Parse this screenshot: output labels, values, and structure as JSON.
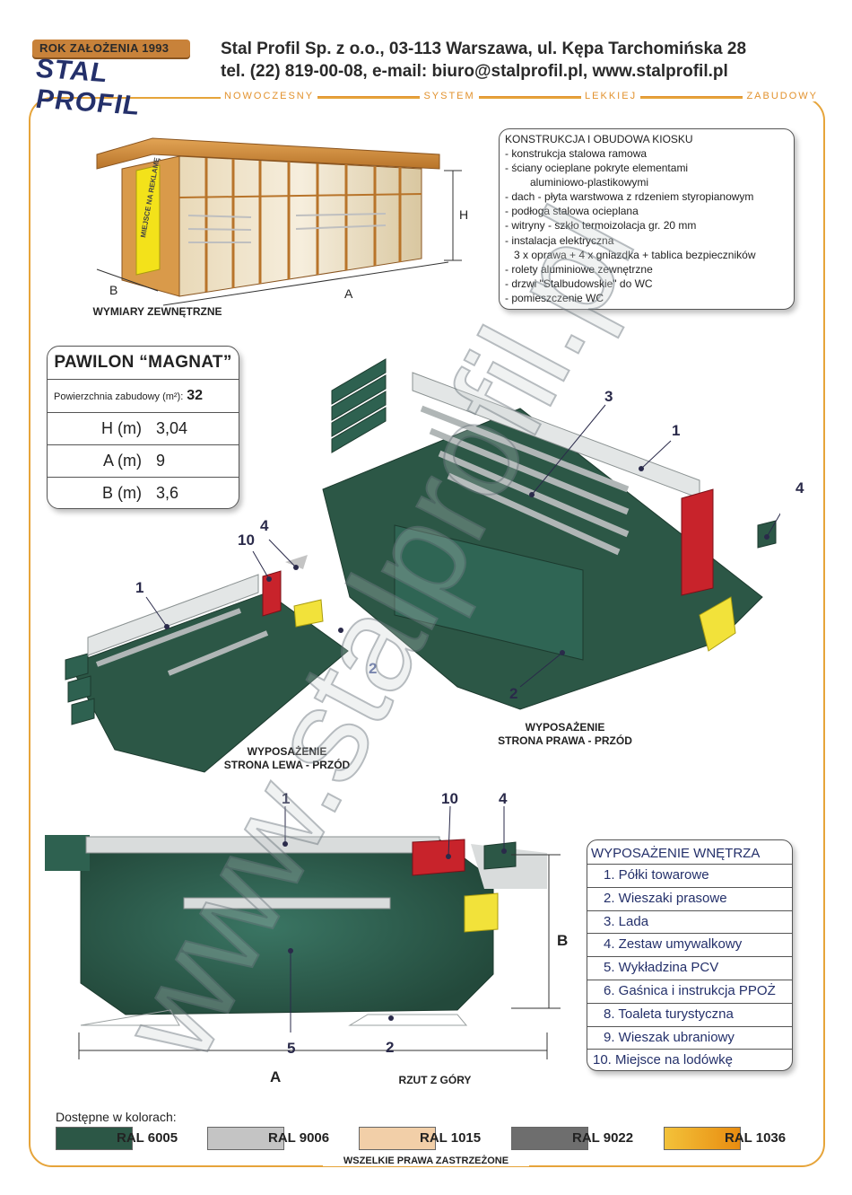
{
  "logo": {
    "year": "ROK ZAŁOŻENIA 1993",
    "name": "STAL PROFIL"
  },
  "header": {
    "company": "Stal Profil Sp. z o.o., 03-113 Warszawa, ul. Kępa Tarchomińska 28",
    "contact": "tel. (22) 819-00-08,  e-mail: biuro@stalprofil.pl,  www.stalprofil.pl",
    "tagline": [
      "NOWOCZESNY",
      "SYSTEM",
      "LEKKIEJ",
      "ZABUDOWY"
    ]
  },
  "exterior": {
    "caption": "WYMIARY ZEWNĘTRZNE",
    "dims": {
      "h": "H",
      "a": "A",
      "b": "B"
    },
    "sign_text": "MIEJSCE NA REKLAMĘ"
  },
  "spec": {
    "title": "KONSTRUKCJA I OBUDOWA KIOSKU",
    "items": [
      "- konstrukcja stalowa ramowa",
      "- ściany ocieplane pokryte elementami",
      "     aluminiowo-plastikowymi",
      "- dach - płyta warstwowa z rdzeniem styropianowym",
      "- podłoga stalowa ocieplana",
      "- witryny - szkło termoizolacja gr. 20 mm",
      "- instalacja elektryczna",
      "   3 x oprawa + 4 x gniazdka + tablica bezpieczników",
      "- rolety aluminiowe zewnętrzne",
      "- drzwi \"Stalbudowskie\" do WC",
      "- pomieszczenie WC"
    ]
  },
  "pawilon": {
    "title": "PAWILON “MAGNAT”",
    "area_label": "Powierzchnia zabudowy (m²):",
    "area_value": "32",
    "rows": [
      {
        "key": "H (m)",
        "value": "3,04"
      },
      {
        "key": "A (m)",
        "value": "9"
      },
      {
        "key": "B (m)",
        "value": "3,6"
      }
    ]
  },
  "views": {
    "right": {
      "caption_1": "WYPOSAŻENIE",
      "caption_2": "STRONA PRAWA - PRZÓD",
      "labels": [
        "3",
        "1",
        "4",
        "2"
      ]
    },
    "left": {
      "caption_1": "WYPOSAŻENIE",
      "caption_2": "STRONA LEWA - PRZÓD",
      "labels": [
        "10",
        "4",
        "1",
        "2"
      ]
    },
    "top": {
      "caption": "RZUT Z GÓRY",
      "labels": [
        "1",
        "10",
        "4",
        "5",
        "2"
      ],
      "dim_a": "A",
      "dim_b": "B"
    }
  },
  "equipment": {
    "title": "WYPOSAŻENIE WNĘTRZA",
    "items": [
      "1.  Półki towarowe",
      "2.  Wieszaki prasowe",
      "3.  Lada",
      "4.  Zestaw umywalkowy",
      "5.  Wykładzina PCV",
      "6.  Gaśnica i instrukcja PPOŻ",
      "8.  Toaleta turystyczna",
      "9.  Wieszak ubraniowy",
      "10. Miejsce na lodówkę"
    ]
  },
  "colors": {
    "label": "Dostępne w kolorach:",
    "swatches": [
      {
        "name": "RAL 6005",
        "color": "#2c5746"
      },
      {
        "name": "RAL 9006",
        "color": "#c4c4c4"
      },
      {
        "name": "RAL 1015",
        "color": "#f2cfa8"
      },
      {
        "name": "RAL 9022",
        "color": "#6e6e6e"
      },
      {
        "name": "RAL 1036",
        "color": "#e8a020"
      }
    ]
  },
  "footer": "WSZELKIE PRAWA ZASTRZEŻONE",
  "watermark": "www.stalprofil.pl"
}
